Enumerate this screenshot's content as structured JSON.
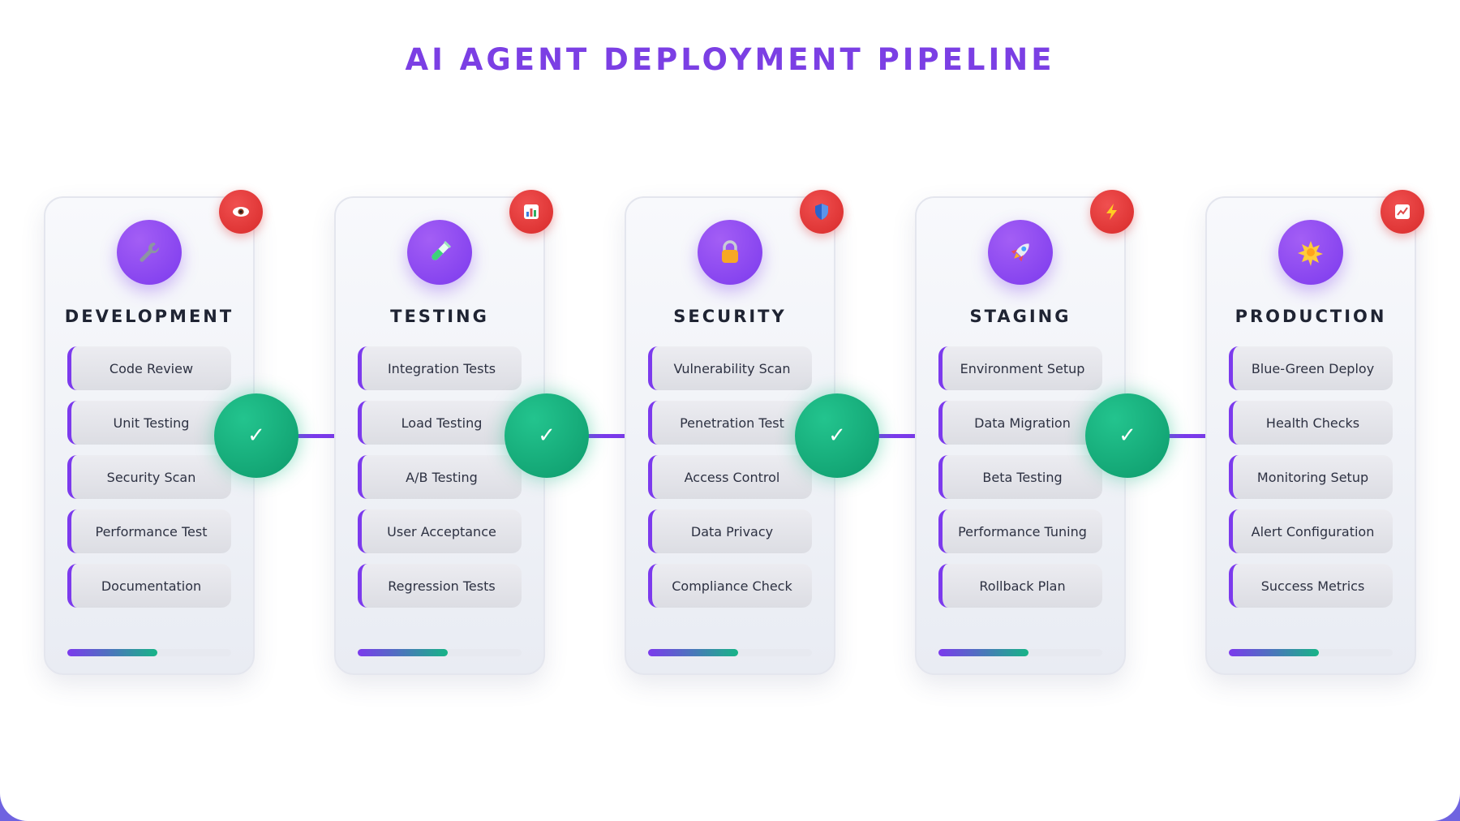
{
  "title": "AI AGENT DEPLOYMENT PIPELINE",
  "colors": {
    "accent": "#7c3aed",
    "title": "#7b3fe4",
    "success": "#10b981",
    "badge": "#e03131",
    "progress_start": "#7c3aed",
    "progress_end": "#17b487"
  },
  "stages": [
    {
      "title": "DEVELOPMENT",
      "icon": "wrench-icon",
      "badge_icon": "eye-icon",
      "steps": [
        "Code Review",
        "Unit Testing",
        "Security Scan",
        "Performance Test",
        "Documentation"
      ],
      "progress": 0.55,
      "completed": true
    },
    {
      "title": "TESTING",
      "icon": "test-tube-icon",
      "badge_icon": "bar-chart-icon",
      "steps": [
        "Integration Tests",
        "Load Testing",
        "A/B Testing",
        "User Acceptance",
        "Regression Tests"
      ],
      "progress": 0.55,
      "completed": true
    },
    {
      "title": "SECURITY",
      "icon": "lock-icon",
      "badge_icon": "shield-icon",
      "steps": [
        "Vulnerability Scan",
        "Penetration Test",
        "Access Control",
        "Data Privacy",
        "Compliance Check"
      ],
      "progress": 0.55,
      "completed": true
    },
    {
      "title": "STAGING",
      "icon": "rocket-icon",
      "badge_icon": "lightning-icon",
      "steps": [
        "Environment Setup",
        "Data Migration",
        "Beta Testing",
        "Performance Tuning",
        "Rollback Plan"
      ],
      "progress": 0.55,
      "completed": true
    },
    {
      "title": "PRODUCTION",
      "icon": "sparkle-icon",
      "badge_icon": "trend-chart-icon",
      "steps": [
        "Blue-Green Deploy",
        "Health Checks",
        "Monitoring Setup",
        "Alert Configuration",
        "Success Metrics"
      ],
      "progress": 0.55,
      "completed": false
    }
  ],
  "connector_check_symbol": "✓"
}
